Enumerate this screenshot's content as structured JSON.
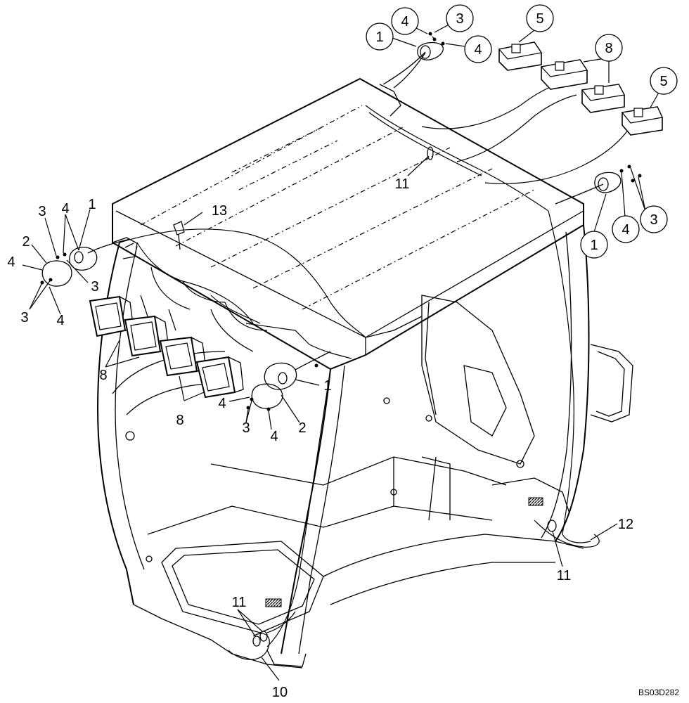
{
  "reference_code": "BS03D282",
  "callouts": {
    "c1": "1",
    "c2": "1",
    "c3": "1",
    "c4": "1",
    "c5": "2",
    "c6": "2",
    "c7": "3",
    "c8": "3",
    "c9": "3",
    "c10": "3",
    "c11": "3",
    "c12": "3",
    "c13": "4",
    "c14": "4",
    "c15": "4",
    "c16": "4",
    "c17": "4",
    "c18": "4",
    "c19": "4",
    "c20": "4",
    "c21": "5",
    "c22": "5",
    "c23": "8",
    "c24": "8",
    "c25": "8",
    "c26": "10",
    "c27": "11",
    "c28": "11",
    "c29": "11",
    "c30": "12",
    "c31": "13"
  }
}
